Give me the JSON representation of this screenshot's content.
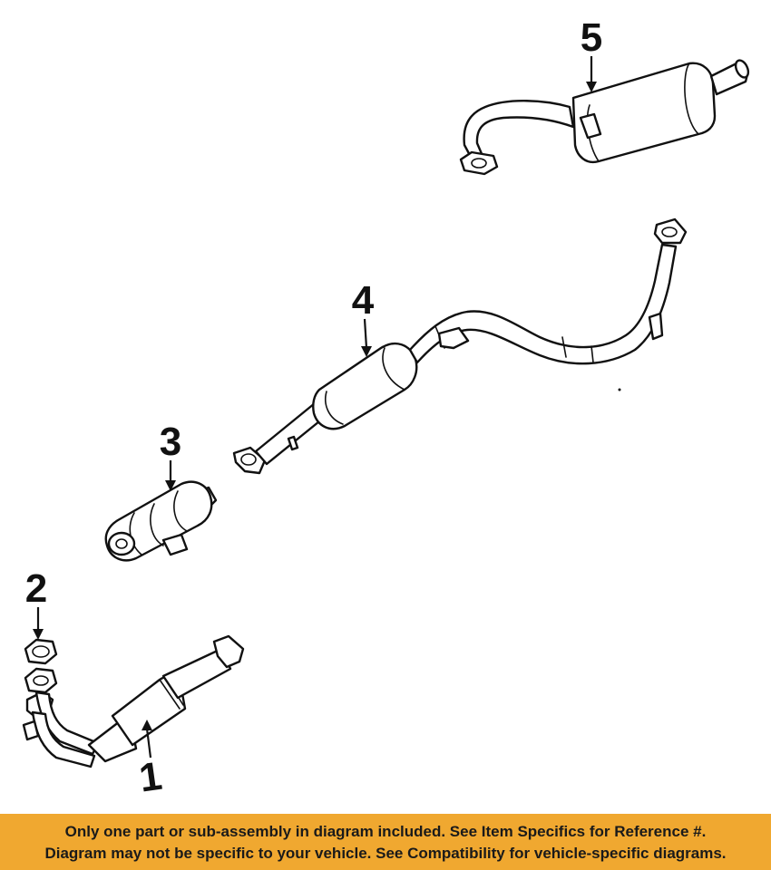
{
  "callouts": [
    "5",
    "4",
    "3",
    "2",
    "1"
  ],
  "parts": [
    {
      "callout": "1",
      "icon": "front-exhaust-pipe-icon"
    },
    {
      "callout": "2",
      "icon": "gasket-icon"
    },
    {
      "callout": "3",
      "icon": "catalytic-converter-icon"
    },
    {
      "callout": "4",
      "icon": "intermediate-pipe-resonator-icon"
    },
    {
      "callout": "5",
      "icon": "muffler-tailpipe-icon"
    }
  ],
  "disclaimer": {
    "line1": "Only one part or sub-assembly in diagram included. See Item Specifics for Reference #.",
    "line2": "Diagram may not be specific to your vehicle. See Compatibility for vehicle-specific diagrams."
  },
  "colors": {
    "banner_background": "#f0a830",
    "banner_text": "#1a1a1a",
    "line_art": "#111111",
    "background": "#ffffff"
  }
}
